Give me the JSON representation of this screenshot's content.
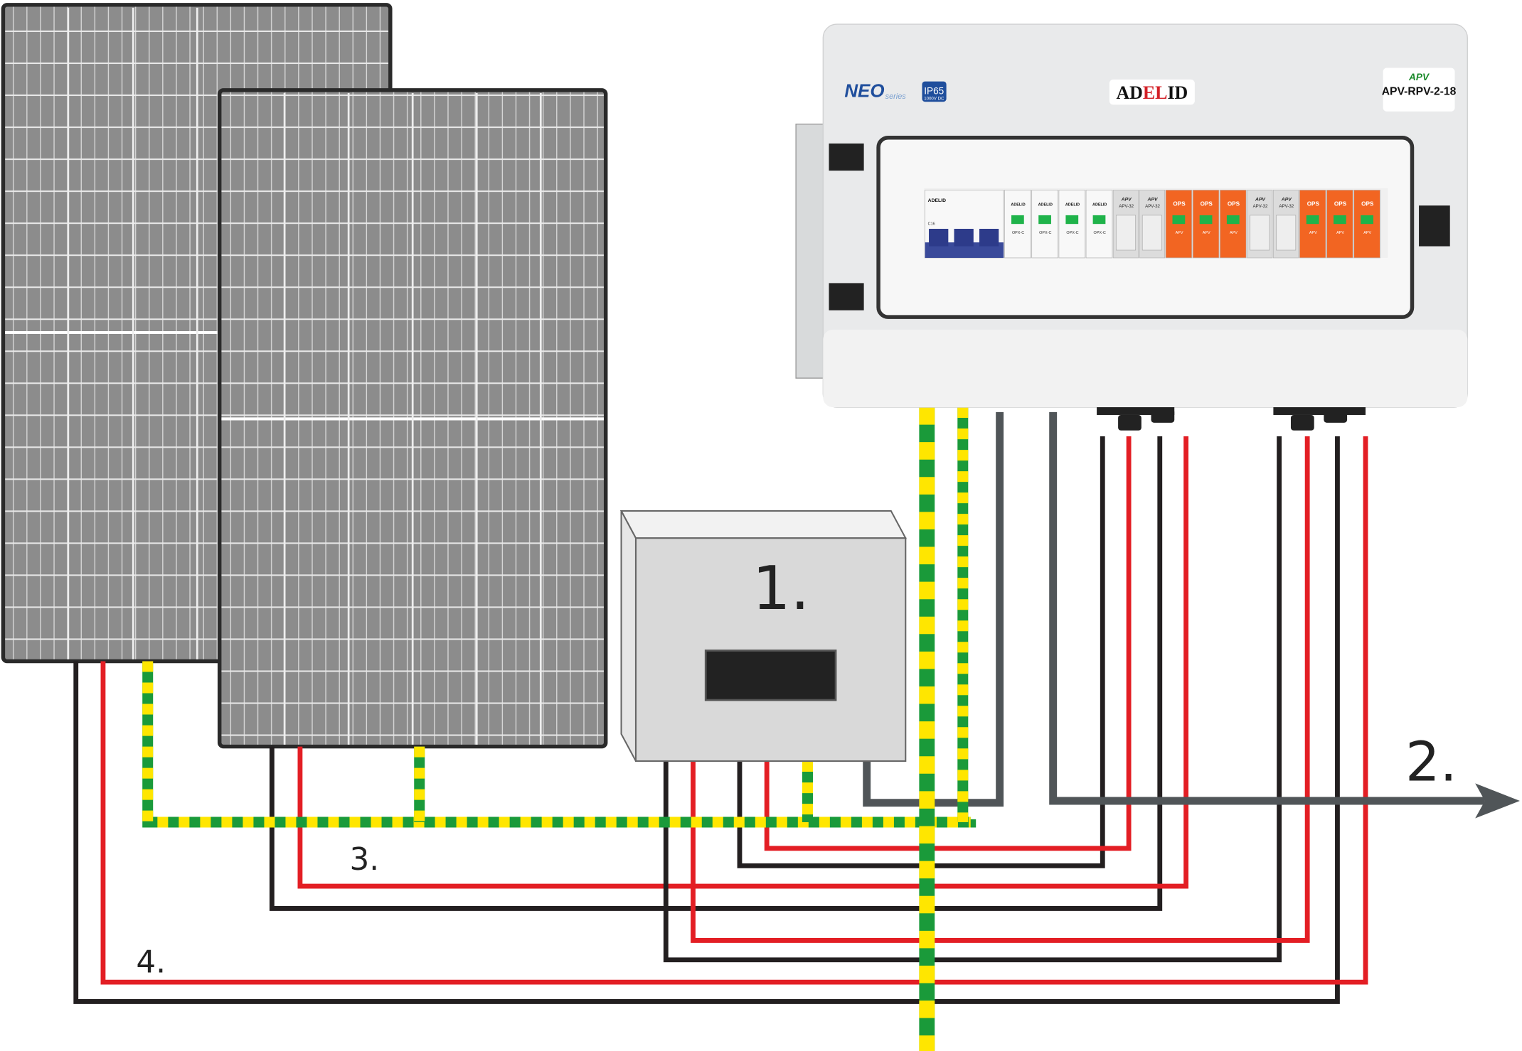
{
  "labels": {
    "inverter": "1.",
    "output": "2.",
    "earth": "3.",
    "strings": "4."
  },
  "enclosure": {
    "series_brand": "NEO",
    "series_sub": "series",
    "ip_rating": "IP65",
    "voltage": "1000V DC",
    "brand": "ADELID",
    "brand_prefix": "AD",
    "brand_mid": "EL",
    "brand_suffix": "ID",
    "model_logo": "APV",
    "model": "APV-RPV-2-18",
    "modules": [
      {
        "type": "mcb",
        "brand": "ADELID",
        "rating": "C16"
      },
      {
        "type": "spd-white",
        "brand": "ADELID",
        "model": "OPX-C"
      },
      {
        "type": "spd-white",
        "brand": "ADELID",
        "model": "OPX-C"
      },
      {
        "type": "spd-white",
        "brand": "ADELID",
        "model": "OPX-C"
      },
      {
        "type": "spd-white",
        "brand": "ADELID",
        "model": "OPX-C"
      },
      {
        "type": "fuse",
        "brand": "APV",
        "model": "APV-32"
      },
      {
        "type": "fuse",
        "brand": "APV",
        "model": "APV-32"
      },
      {
        "type": "spd-orange",
        "brand": "APV",
        "model": "OPS"
      },
      {
        "type": "spd-orange",
        "brand": "APV",
        "model": "OPS"
      },
      {
        "type": "spd-orange",
        "brand": "APV",
        "model": "OPS"
      },
      {
        "type": "fuse",
        "brand": "APV",
        "model": "APV-32"
      },
      {
        "type": "fuse",
        "brand": "APV",
        "model": "APV-32"
      },
      {
        "type": "spd-orange",
        "brand": "APV",
        "model": "OPS"
      },
      {
        "type": "spd-orange",
        "brand": "APV",
        "model": "OPS"
      },
      {
        "type": "spd-orange",
        "brand": "APV",
        "model": "OPS"
      }
    ]
  },
  "colors": {
    "positive": "#e31e24",
    "negative": "#231f20",
    "earth_green": "#1a9a3a",
    "earth_yellow": "#ffe600",
    "ac": "#505558",
    "panel_cell": "#8a8a8a",
    "spd_orange": "#f26522",
    "breaker_blue": "#3a4a9a"
  }
}
